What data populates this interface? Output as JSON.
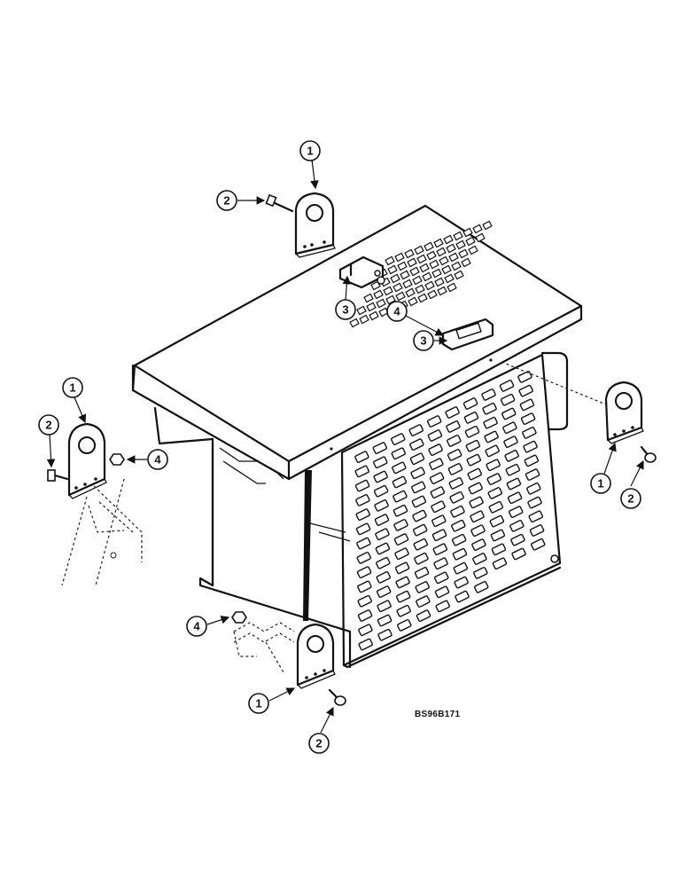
{
  "figure": {
    "reference_code": "BS96B171"
  },
  "callouts": {
    "c1a": "1",
    "c1b": "1",
    "c1c": "1",
    "c1d": "1",
    "c2a": "2",
    "c2b": "2",
    "c2c": "2",
    "c2d": "2",
    "c3a": "3",
    "c3b": "3",
    "c4a": "4",
    "c4b": "4",
    "c4c": "4"
  }
}
